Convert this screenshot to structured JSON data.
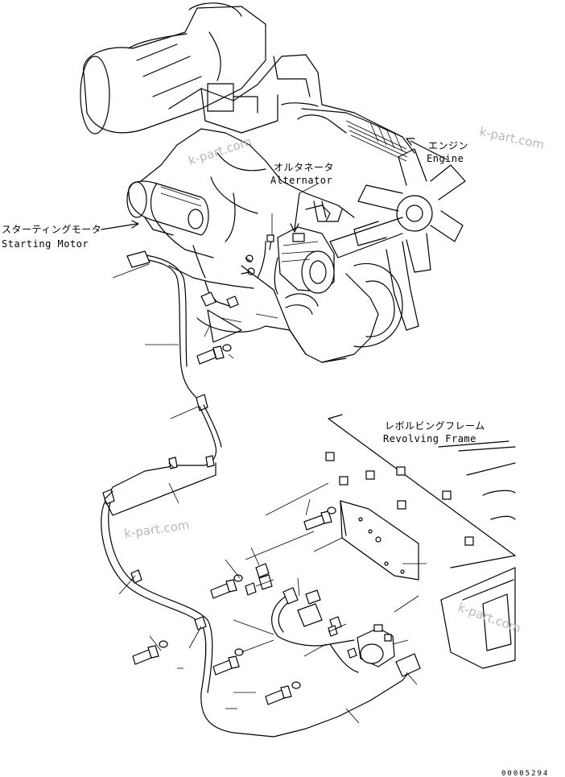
{
  "labels": {
    "engine_jp": "エンジン",
    "engine_en": "Engine",
    "alternator_jp": "オルタネータ",
    "alternator_en": "Alternator",
    "starting_motor_jp": "スターティングモータ",
    "starting_motor_en": "Starting Motor",
    "revolving_frame_jp": "レボルビングフレーム",
    "revolving_frame_en": "Revolving Frame"
  },
  "watermarks": [
    "k-part.com",
    "k-part.com",
    "k-part.com",
    "k-part.com"
  ],
  "drawing_number": "00005294",
  "colors": {
    "line": "#000000",
    "watermark": "#b8b8b8",
    "background": "#ffffff"
  }
}
